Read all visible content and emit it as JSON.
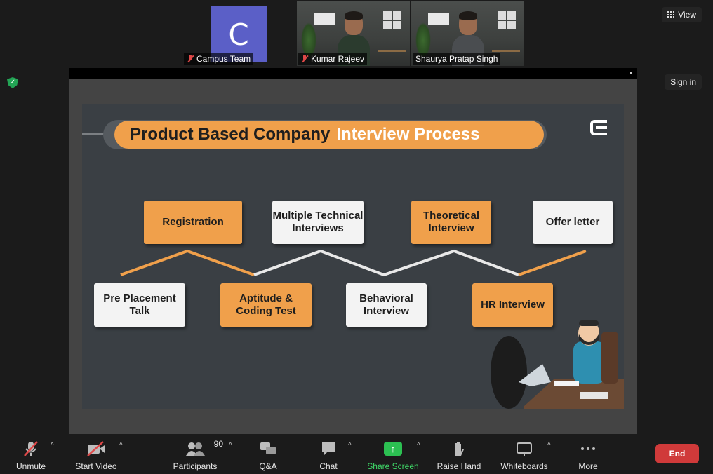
{
  "participants": [
    {
      "name": "Campus Team",
      "avatar_letter": "C",
      "muted": true,
      "video": false
    },
    {
      "name": "Kumar Rajeev",
      "muted": true,
      "video": true
    },
    {
      "name": "Shaurya Pratap Singh",
      "muted": false,
      "video": true,
      "speaking": true
    }
  ],
  "header": {
    "view_label": "View",
    "signin_label": "Sign in"
  },
  "slide": {
    "title_dark": "Product Based Company",
    "title_light": "Interview Process",
    "steps_top": [
      "Registration",
      "Multiple Technical Interviews",
      "Theoretical Interview",
      "Offer letter"
    ],
    "steps_bottom": [
      "Pre Placement Talk",
      "Aptitude & Coding Test",
      "Behavioral Interview",
      "HR Interview"
    ],
    "colors": {
      "accent": "#f0a04b",
      "background": "#3a3f44",
      "card": "#f3f3f3"
    }
  },
  "toolbar": {
    "unmute": "Unmute",
    "start_video": "Start Video",
    "participants": "Participants",
    "participants_count": "90",
    "qa": "Q&A",
    "chat": "Chat",
    "share_screen": "Share Screen",
    "raise_hand": "Raise Hand",
    "whiteboards": "Whiteboards",
    "more": "More",
    "end": "End"
  }
}
